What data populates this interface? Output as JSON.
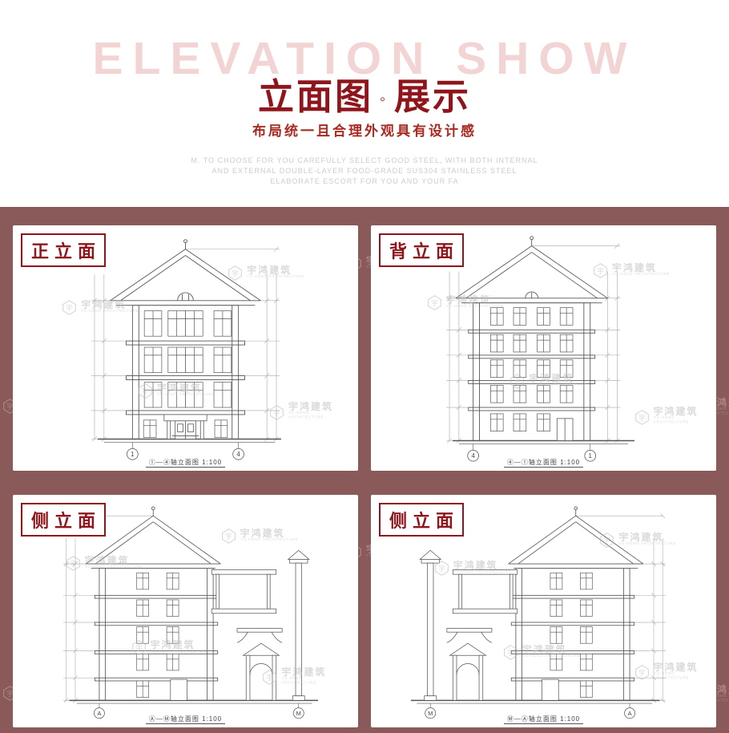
{
  "header": {
    "watermark_text": "ELEVATION SHOW",
    "title_main": "立面图",
    "title_sep": "◦",
    "title_tail": "展示",
    "subtitle": "布局统一且合理外观具有设计感",
    "desc_lines": [
      "M. TO CHOOSE FOR YOU CAREFULLY SELECT GOOD STEEL, WITH BOTH INTERNAL",
      "AND EXTERNAL DOUBLE-LAYER FOOD-GRADE SUS304 STAINLESS STEEL",
      "ELABORATE ESCORT FOR YOU AND YOUR FA"
    ]
  },
  "watermark": {
    "text": "宇鸿建筑",
    "sub": "YU HONG ARCHITECTURE",
    "hex_char": "宇"
  },
  "cards": [
    {
      "label": "正立面",
      "caption": "①—④轴立面图  1:100",
      "axis_left": "1",
      "axis_right": "4"
    },
    {
      "label": "背立面",
      "caption": "④—①轴立面图  1:100",
      "axis_left": "4",
      "axis_right": "1"
    },
    {
      "label": "侧立面",
      "caption": "Ⓐ—Ⓜ轴立面图  1:100",
      "axis_left": "A",
      "axis_right": "M"
    },
    {
      "label": "侧立面",
      "caption": "Ⓜ—Ⓐ轴立面图  1:100",
      "axis_left": "M",
      "axis_right": "A"
    }
  ],
  "colors": {
    "maroon_bg": "#8a5a5a",
    "dark_red": "#8e151b",
    "accent_red": "#aa2a22",
    "light_pink": "#f2d4d4",
    "gray_text": "#cccccc"
  }
}
